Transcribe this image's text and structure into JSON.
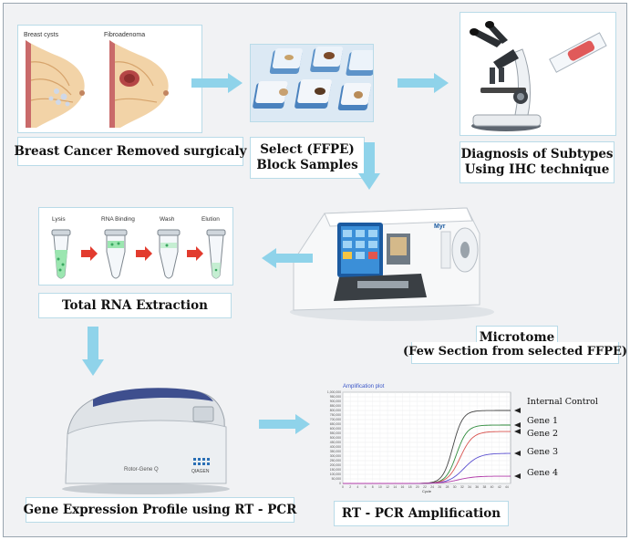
{
  "steps": {
    "breast": {
      "label": "Breast Cancer Removed surgicaly",
      "cysts_caption": "Breast cysts",
      "fibro_caption": "Fibroadenoma"
    },
    "ffpe": {
      "line1": "Select (FFPE)",
      "line2": "Block Samples"
    },
    "ihc": {
      "line1": "Diagnosis of Subtypes",
      "line2": "Using IHC technique"
    },
    "rna": {
      "label": "Total RNA Extraction",
      "stages": [
        "Lysis",
        "RNA Binding",
        "Wash",
        "Elution"
      ]
    },
    "microtome": {
      "title": "Microtome",
      "subtitle": "(Few Section from selected FFPE)",
      "brand": "Myr"
    },
    "rtpcr": {
      "label": "Gene Expression  Profile using RT - PCR",
      "device_name": "Rotor-Gene Q",
      "device_brand": "QIAGEN"
    },
    "amplification": {
      "label": "RT - PCR Amplification"
    }
  },
  "colors": {
    "arrow": "#8fd3ea",
    "box_border": "#b9dbe8",
    "red_arrow": "#e23b2e"
  },
  "icons": [
    "right-arrow-icon",
    "down-arrow-icon",
    "left-arrow-icon",
    "microscope-icon",
    "microtome-icon",
    "pcr-machine-icon",
    "tube-icon"
  ],
  "chart_data": {
    "type": "line",
    "title": "Amplification plot",
    "xlabel": "Cycle",
    "ylabel": "",
    "xlim": [
      0,
      45
    ],
    "ylim": [
      0,
      1000000
    ],
    "x_ticks": [
      0,
      2,
      4,
      6,
      8,
      10,
      12,
      14,
      16,
      18,
      20,
      22,
      24,
      26,
      28,
      30,
      32,
      34,
      36,
      38,
      40,
      42,
      44
    ],
    "y_ticks": [
      "1,000,000",
      "950,000",
      "900,000",
      "850,000",
      "800,000",
      "750,000",
      "700,000",
      "650,000",
      "600,000",
      "550,000",
      "500,000",
      "450,000",
      "400,000",
      "350,000",
      "300,000",
      "250,000",
      "200,000",
      "150,000",
      "100,000",
      "50,000",
      "0"
    ],
    "grid": true,
    "series": [
      {
        "name": "Internal Control",
        "color": "#444444",
        "plateau": 800000,
        "midpoint": 29.5,
        "slope": 0.75
      },
      {
        "name": "Gene 1",
        "color": "#2e8b3b",
        "plateau": 640000,
        "midpoint": 30.5,
        "slope": 0.7
      },
      {
        "name": "Gene 2",
        "color": "#d9534f",
        "plateau": 570000,
        "midpoint": 31.5,
        "slope": 0.6
      },
      {
        "name": "Gene 3",
        "color": "#5a4fcf",
        "plateau": 330000,
        "midpoint": 32.5,
        "slope": 0.5
      },
      {
        "name": "Gene 4",
        "color": "#b03aa8",
        "plateau": 80000,
        "midpoint": 31.0,
        "slope": 0.45
      }
    ]
  }
}
